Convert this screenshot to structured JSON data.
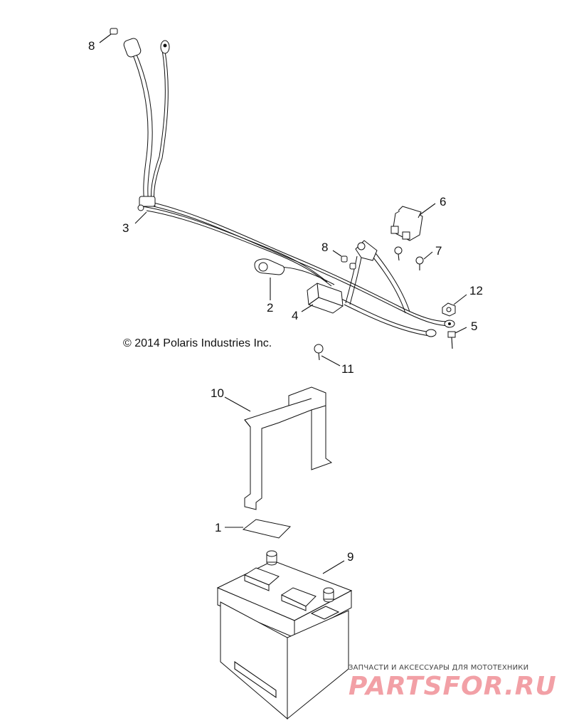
{
  "copyright": "© 2014 Polaris Industries Inc.",
  "callouts": [
    {
      "id": "c8a",
      "label": "8"
    },
    {
      "id": "c3",
      "label": "3"
    },
    {
      "id": "c6",
      "label": "6"
    },
    {
      "id": "c8b",
      "label": "8"
    },
    {
      "id": "c7",
      "label": "7"
    },
    {
      "id": "c2",
      "label": "2"
    },
    {
      "id": "c4",
      "label": "4"
    },
    {
      "id": "c12",
      "label": "12"
    },
    {
      "id": "c5",
      "label": "5"
    },
    {
      "id": "c11",
      "label": "11"
    },
    {
      "id": "c10",
      "label": "10"
    },
    {
      "id": "c1",
      "label": "1"
    },
    {
      "id": "c9",
      "label": "9"
    }
  ],
  "watermark": {
    "tagline": "ЗАПЧАСТИ И АКСЕССУАРЫ ДЛЯ МОТОТЕХНИКИ",
    "brand": "PARTSFOR.RU",
    "color": "#f2a0a6"
  }
}
